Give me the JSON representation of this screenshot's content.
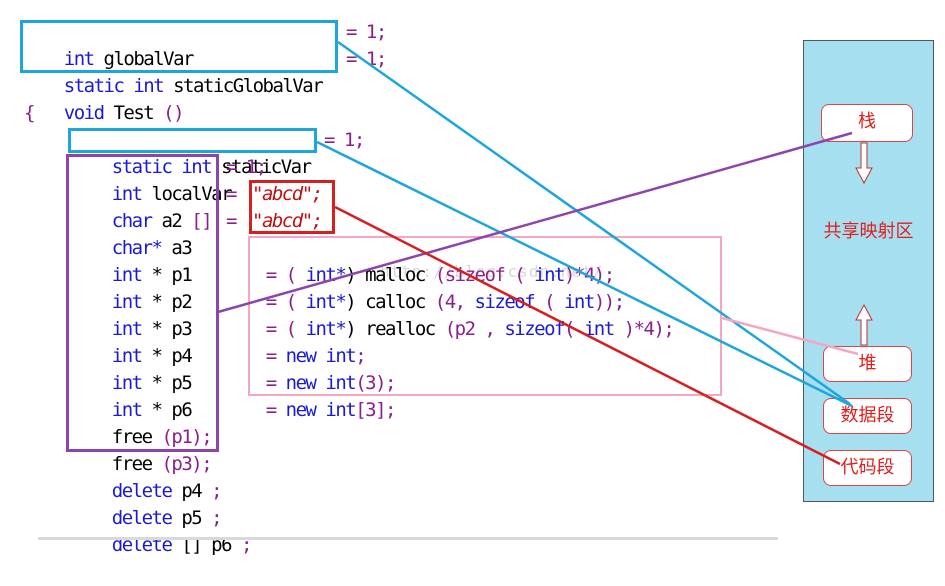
{
  "code": {
    "l1_kw": "int",
    "l1_tx": " globalVar",
    "l1_op": "= 1;",
    "l2_kw": "static int",
    "l2_tx": " staticGlobalVar",
    "l2_op": "= 1;",
    "l3_kw": "void",
    "l3_tx": " Test ",
    "l3_op": "()",
    "l4_op": "{",
    "l5_kw": "static int",
    "l5_tx": " staticVar",
    "l5_op": "= 1;",
    "l6_kw": "int",
    "l6_tx": " localVar",
    "l6_op": "= 1;",
    "l7_kw": "char",
    "l7_tx": " a2 ",
    "l7_op1": "[]",
    "l7_op2": "= ",
    "l7_str": "\"abcd\";",
    "l8_kw": "char*",
    "l8_tx": " a3",
    "l8_op2": "= ",
    "l8_str": "\"abcd\";",
    "l9_kw": "int",
    "l9_tx": " * p1",
    "l9_op": "= ( ",
    "l9_kw2": "int*",
    "l9_tx2": ") malloc ",
    "l9_op2": "(sizeof ( ",
    "l9_kw3": "int",
    "l9_op3": ")*4);",
    "l10_kw": "int",
    "l10_tx": " * p2",
    "l10_op": "= ( ",
    "l10_kw2": "int*",
    "l10_tx2": ") calloc ",
    "l10_op2": "(4, ",
    "l10_kw3": "sizeof",
    "l10_op3": " ( ",
    "l10_kw4": "int",
    "l10_op4": "));",
    "l11_kw": "int",
    "l11_tx": " * p3",
    "l11_op": "= ( ",
    "l11_kw2": "int*",
    "l11_tx2": ") realloc ",
    "l11_op2": "(p2 , ",
    "l11_kw3": "sizeof",
    "l11_op3": "( ",
    "l11_kw4": "int",
    "l11_op4": " )*4);",
    "l12_kw": "int",
    "l12_tx": " * p4",
    "l12_op": "= ",
    "l12_kw2": "new int",
    "l12_op2": ";",
    "l13_kw": "int",
    "l13_tx": " * p5",
    "l13_op": "= ",
    "l13_kw2": "new int",
    "l13_op2": "(3);",
    "l14_kw": "int",
    "l14_tx": " * p6",
    "l14_op": "= ",
    "l14_kw2": "new int",
    "l14_op2": "[3];",
    "l15_tx": "free ",
    "l15_op": "(p1);",
    "l16_tx": "free ",
    "l16_op": "(p3);",
    "l17_kw": "delete",
    "l17_tx": " p4 ",
    "l17_op": ";",
    "l18_kw": "delete",
    "l18_tx": " p5 ",
    "l18_op": ";",
    "l19_kw": "delete",
    "l19_tx": " [] p6 ",
    "l19_op": ";"
  },
  "memory": {
    "stack": "栈",
    "shared": "共享映射区",
    "heap": "堆",
    "data": "数据段",
    "code": "代码段"
  },
  "watermark": "http://blog.csdn.net/",
  "colors": {
    "blue": "#1ea6dc",
    "purple": "#8e44ad",
    "red": "#d42020",
    "pink": "#f4a7c3",
    "panel": "#a6dff0"
  }
}
